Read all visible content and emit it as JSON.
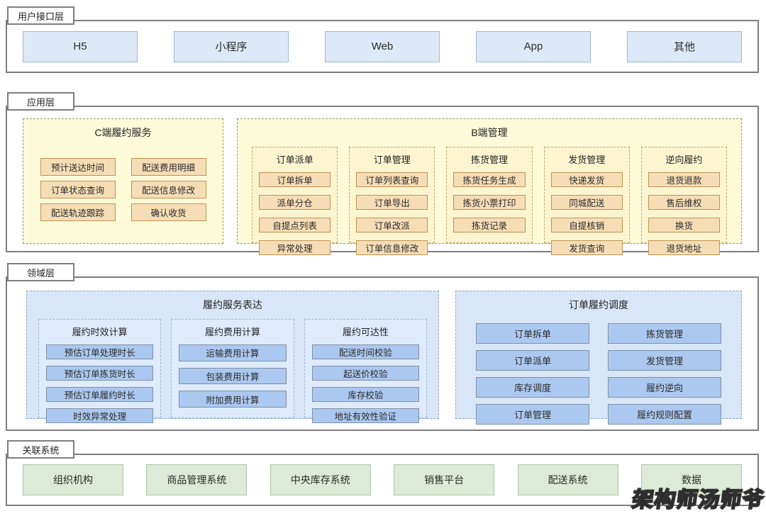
{
  "watermark": "架构师汤师爷",
  "colors": {
    "layer_border": "#7e7e7e",
    "ui_box_fill": "#dde9f8",
    "ui_box_border": "#9fb6d9",
    "app_panel_fill": "#fdfad8",
    "app_item_fill": "#f6ddb5",
    "app_item_border": "#bd9357",
    "domain_panel_fill": "#d9e6f8",
    "domain_item_fill": "#abc8f0",
    "system_box_fill": "#dcead7",
    "system_box_border": "#aec6a7"
  },
  "ui_layer": {
    "label": "用户接口层",
    "boxes": [
      "H5",
      "小程序",
      "Web",
      "App",
      "其他"
    ]
  },
  "app_layer": {
    "label": "应用层",
    "c_service": {
      "title": "C端履约服务",
      "items": [
        "预计送达时间",
        "配送费用明细",
        "订单状态查询",
        "配送信息修改",
        "配送轨迹跟踪",
        "确认收货"
      ]
    },
    "b_mgmt": {
      "title": "B端管理",
      "groups": [
        {
          "title": "订单派单",
          "items": [
            "订单拆单",
            "派单分仓",
            "自提点列表",
            "异常处理"
          ]
        },
        {
          "title": "订单管理",
          "items": [
            "订单列表查询",
            "订单导出",
            "订单改派",
            "订单信息修改"
          ]
        },
        {
          "title": "拣货管理",
          "items": [
            "拣货任务生成",
            "拣货小票打印",
            "拣货记录"
          ]
        },
        {
          "title": "发货管理",
          "items": [
            "快递发货",
            "同城配送",
            "自提核销",
            "发货查询"
          ]
        },
        {
          "title": "逆向履约",
          "items": [
            "退货退款",
            "售后维权",
            "换货",
            "退货地址"
          ]
        }
      ]
    }
  },
  "domain_layer": {
    "label": "领域层",
    "expression": {
      "title": "履约服务表达",
      "groups": [
        {
          "title": "履约时效计算",
          "items": [
            "预估订单处理时长",
            "预估订单拣货时长",
            "预估订单履约时长",
            "时效异常处理"
          ]
        },
        {
          "title": "履约费用计算",
          "items": [
            "运输费用计算",
            "包装费用计算",
            "附加费用计算"
          ]
        },
        {
          "title": "履约可达性",
          "items": [
            "配送时间校验",
            "起送价校验",
            "库存校验",
            "地址有效性验证"
          ]
        }
      ]
    },
    "scheduling": {
      "title": "订单履约调度",
      "items": [
        "订单拆单",
        "拣货管理",
        "订单派单",
        "发货管理",
        "库存调度",
        "履约逆向",
        "订单管理",
        "履约规则配置"
      ]
    }
  },
  "systems_layer": {
    "label": "关联系统",
    "boxes": [
      "组织机构",
      "商品管理系统",
      "中央库存系统",
      "销售平台",
      "配送系统",
      "数据"
    ]
  }
}
